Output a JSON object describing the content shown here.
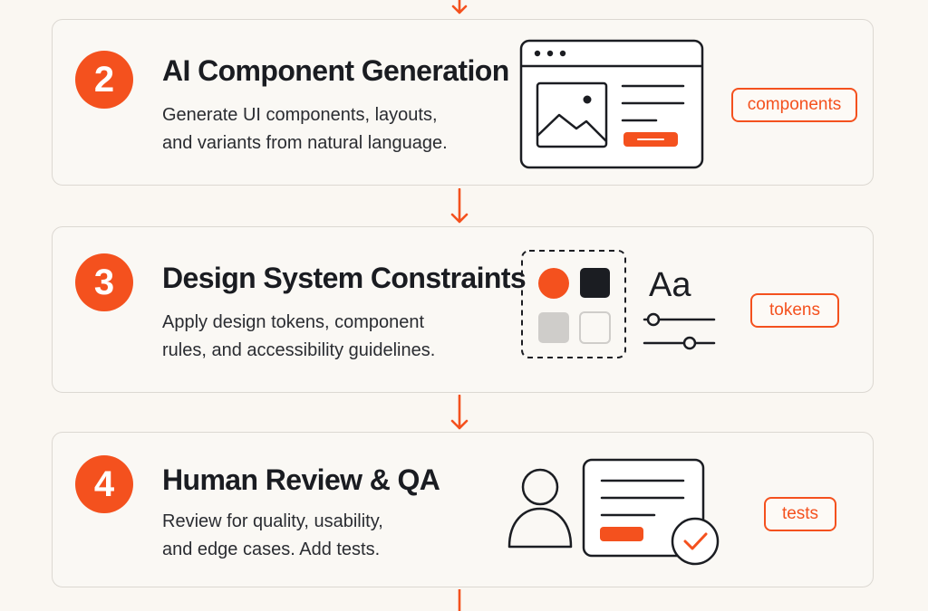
{
  "colors": {
    "accent": "#f4511e",
    "text": "#1a1c21",
    "card_border": "#dcd8d2",
    "background": "#faf7f2"
  },
  "steps": [
    {
      "number": "2",
      "title": "AI Component Generation",
      "description": [
        "Generate UI components, layouts,",
        "and variants from natural language."
      ],
      "tag": "components",
      "illustration": "browser-window-icon"
    },
    {
      "number": "3",
      "title": "Design System Constraints",
      "description": [
        "Apply design tokens, component",
        "rules, and accessibility guidelines."
      ],
      "tag": "tokens",
      "illustration": "design-tokens-icon",
      "illustration_text": "Aa"
    },
    {
      "number": "4",
      "title": "Human Review & QA",
      "description": [
        "Review for quality, usability,",
        "and edge cases. Add tests."
      ],
      "tag": "tests",
      "illustration": "review-checklist-icon"
    }
  ]
}
